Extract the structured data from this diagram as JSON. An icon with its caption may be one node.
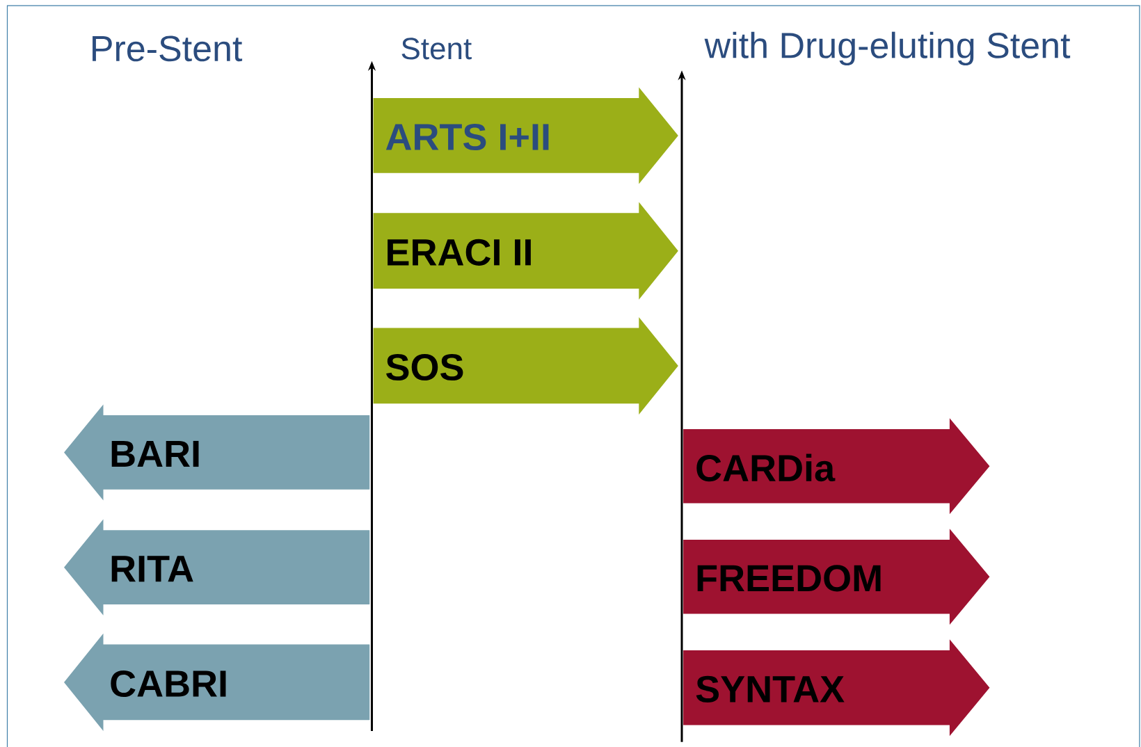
{
  "diagram": {
    "nodes": [
      {
        "text": [
          "ARTS I+II"
        ]
      },
      {
        "text": [
          "ERACI II"
        ]
      },
      {
        "text": [
          "SOS"
        ]
      },
      {
        "text": [
          "BARI"
        ]
      },
      {
        "text": [
          "RITA"
        ]
      },
      {
        "text": [
          "CABRI"
        ]
      },
      {
        "text": [
          "CARDia"
        ]
      },
      {
        "text": [
          "FREEDOM"
        ]
      },
      {
        "text": [
          "SYNTAX"
        ]
      }
    ],
    "labels": [
      "Pre-Stent",
      "Stent",
      "with Drug-eluting Stent"
    ]
  }
}
